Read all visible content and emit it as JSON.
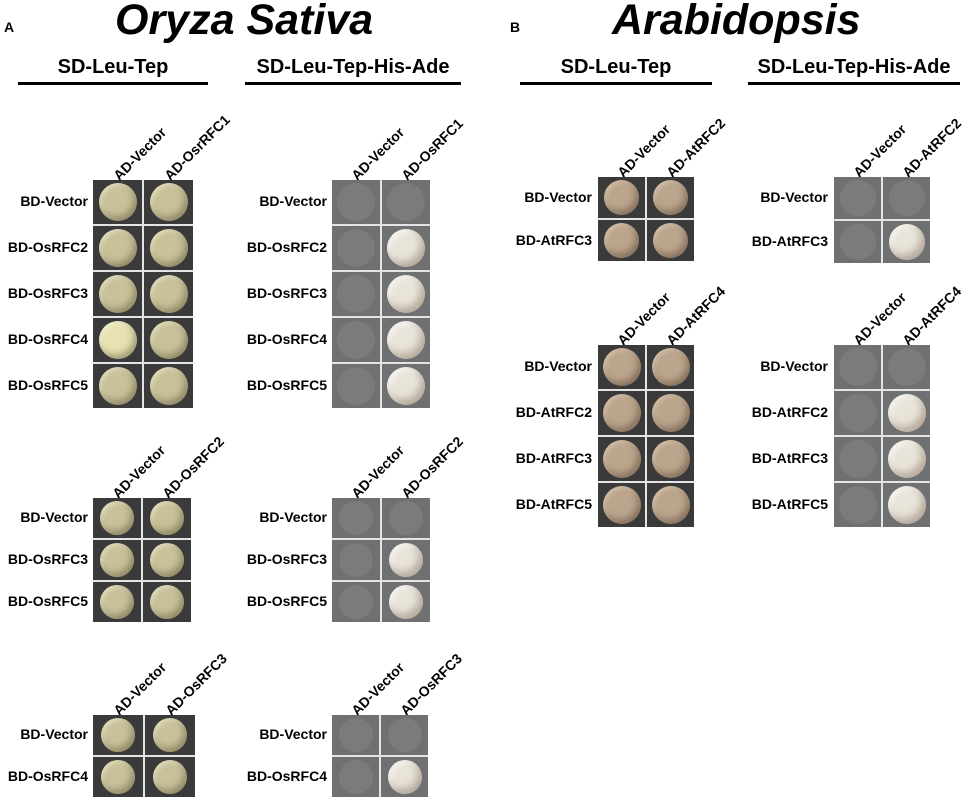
{
  "panels": [
    {
      "letter": "A",
      "species": "Oryza Sativa",
      "media": [
        "SD-Leu-Tep",
        "SD-Leu-Tep-His-Ade"
      ],
      "assays": [
        {
          "columns": [
            "AD-Vector",
            "AD-OsrRFC1"
          ],
          "columns_selective": [
            "AD-Vector",
            "AD-OsRFC1"
          ],
          "rows": [
            "BD-Vector",
            "BD-OsRFC2",
            "BD-OsRFC3",
            "BD-OsRFC4",
            "BD-OsRFC5"
          ],
          "selective_growth": [
            [
              false,
              false
            ],
            [
              false,
              true
            ],
            [
              false,
              true
            ],
            [
              false,
              true
            ],
            [
              false,
              true
            ]
          ]
        },
        {
          "columns": [
            "AD-Vector",
            "AD-OsRFC2"
          ],
          "columns_selective": [
            "AD-Vector",
            "AD-OsRFC2"
          ],
          "rows": [
            "BD-Vector",
            "BD-OsRFC3",
            "BD-OsRFC5"
          ],
          "selective_growth": [
            [
              false,
              false
            ],
            [
              false,
              true
            ],
            [
              false,
              true
            ]
          ]
        },
        {
          "columns": [
            "AD-Vector",
            "AD-OsRFC3"
          ],
          "columns_selective": [
            "AD-Vector",
            "AD-OsRFC3"
          ],
          "rows": [
            "BD-Vector",
            "BD-OsRFC4"
          ],
          "selective_growth": [
            [
              false,
              false
            ],
            [
              false,
              true
            ]
          ]
        }
      ]
    },
    {
      "letter": "B",
      "species": "Arabidopsis",
      "media": [
        "SD-Leu-Tep",
        "SD-Leu-Tep-His-Ade"
      ],
      "assays": [
        {
          "columns": [
            "AD-Vector",
            "AD-AtRFC2"
          ],
          "columns_selective": [
            "AD-Vector",
            "AD-AtRFC2"
          ],
          "rows": [
            "BD-Vector",
            "BD-AtRFC3"
          ],
          "selective_growth": [
            [
              false,
              false
            ],
            [
              false,
              true
            ]
          ]
        },
        {
          "columns": [
            "AD-Vector",
            "AD-AtRFC4"
          ],
          "columns_selective": [
            "AD-Vector",
            "AD-AtRFC4"
          ],
          "rows": [
            "BD-Vector",
            "BD-AtRFC2",
            "BD-AtRFC3",
            "BD-AtRFC5"
          ],
          "selective_growth": [
            [
              false,
              false
            ],
            [
              false,
              true
            ],
            [
              false,
              true
            ],
            [
              false,
              true
            ]
          ]
        }
      ]
    }
  ],
  "colors": {
    "plate_dark": "#3a3a3a",
    "plate_gray": "#6f7072",
    "colony_rice": "#c9c19a",
    "colony_rice_bright": "#e6e2b4",
    "colony_at": "#bba58c",
    "colony_positive": "#e9e4da",
    "faint_spot": "#85877f"
  }
}
